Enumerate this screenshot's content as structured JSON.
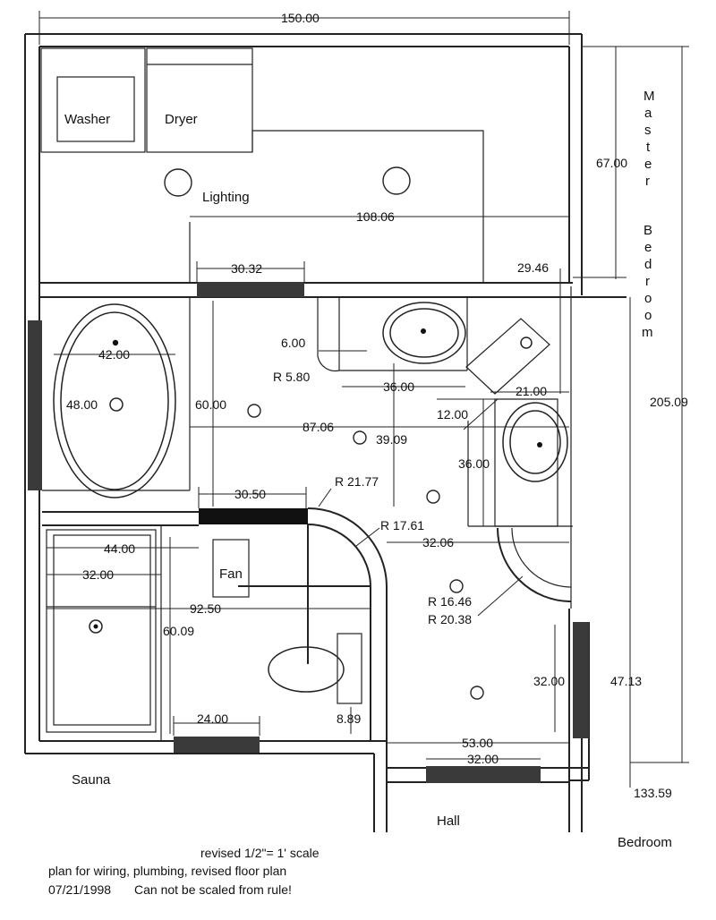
{
  "rooms": {
    "washer": "Washer",
    "dryer": "Dryer",
    "lighting": "Lighting",
    "fan": "Fan",
    "sauna": "Sauna",
    "hall": "Hall",
    "bedroom": "Bedroom",
    "master_bedroom_letters": [
      "M",
      "a",
      "s",
      "t",
      "e",
      "r",
      "B",
      "e",
      "d",
      "r",
      "o",
      "o",
      "m"
    ]
  },
  "dimensions": {
    "overall_width": "150.00",
    "laundry_depth": "67.00",
    "overall_depth": "205.09",
    "counter_length": "108.06",
    "window_upper": "30.32",
    "offset_29": "29.46",
    "tub_width": "42.00",
    "tub_length": "48.00",
    "vanity_depth": "60.00",
    "offset_6": "6.00",
    "radius_5": "R  5.80",
    "sink_36": "36.00",
    "offset_21": "21.00",
    "offset_12": "12.00",
    "room_width": "87.06",
    "center_39": "39.09",
    "sink_side_36": "36.00",
    "window_mid": "30.50",
    "radius_21": "R  21.77",
    "radius_17": "R  17.61",
    "sauna_44": "44.00",
    "sauna_32": "32.00",
    "offset_32_06": "32.06",
    "radius_16": "R  16.46",
    "radius_20": "R  20.38",
    "span_92": "92.50",
    "depth_60_09": "60.09",
    "closet_32": "32.00",
    "closet_47": "47.13",
    "window_24": "24.00",
    "toilet_8": "8.89",
    "hall_53": "53.00",
    "hall_32": "32.00",
    "corner_133": "133.59"
  },
  "notes": {
    "scale": "revised 1/2\"= 1' scale",
    "line1": "plan for wiring, plumbing, revised floor plan",
    "date": "07/21/1998",
    "warning": "Can not be scaled from rule!"
  }
}
